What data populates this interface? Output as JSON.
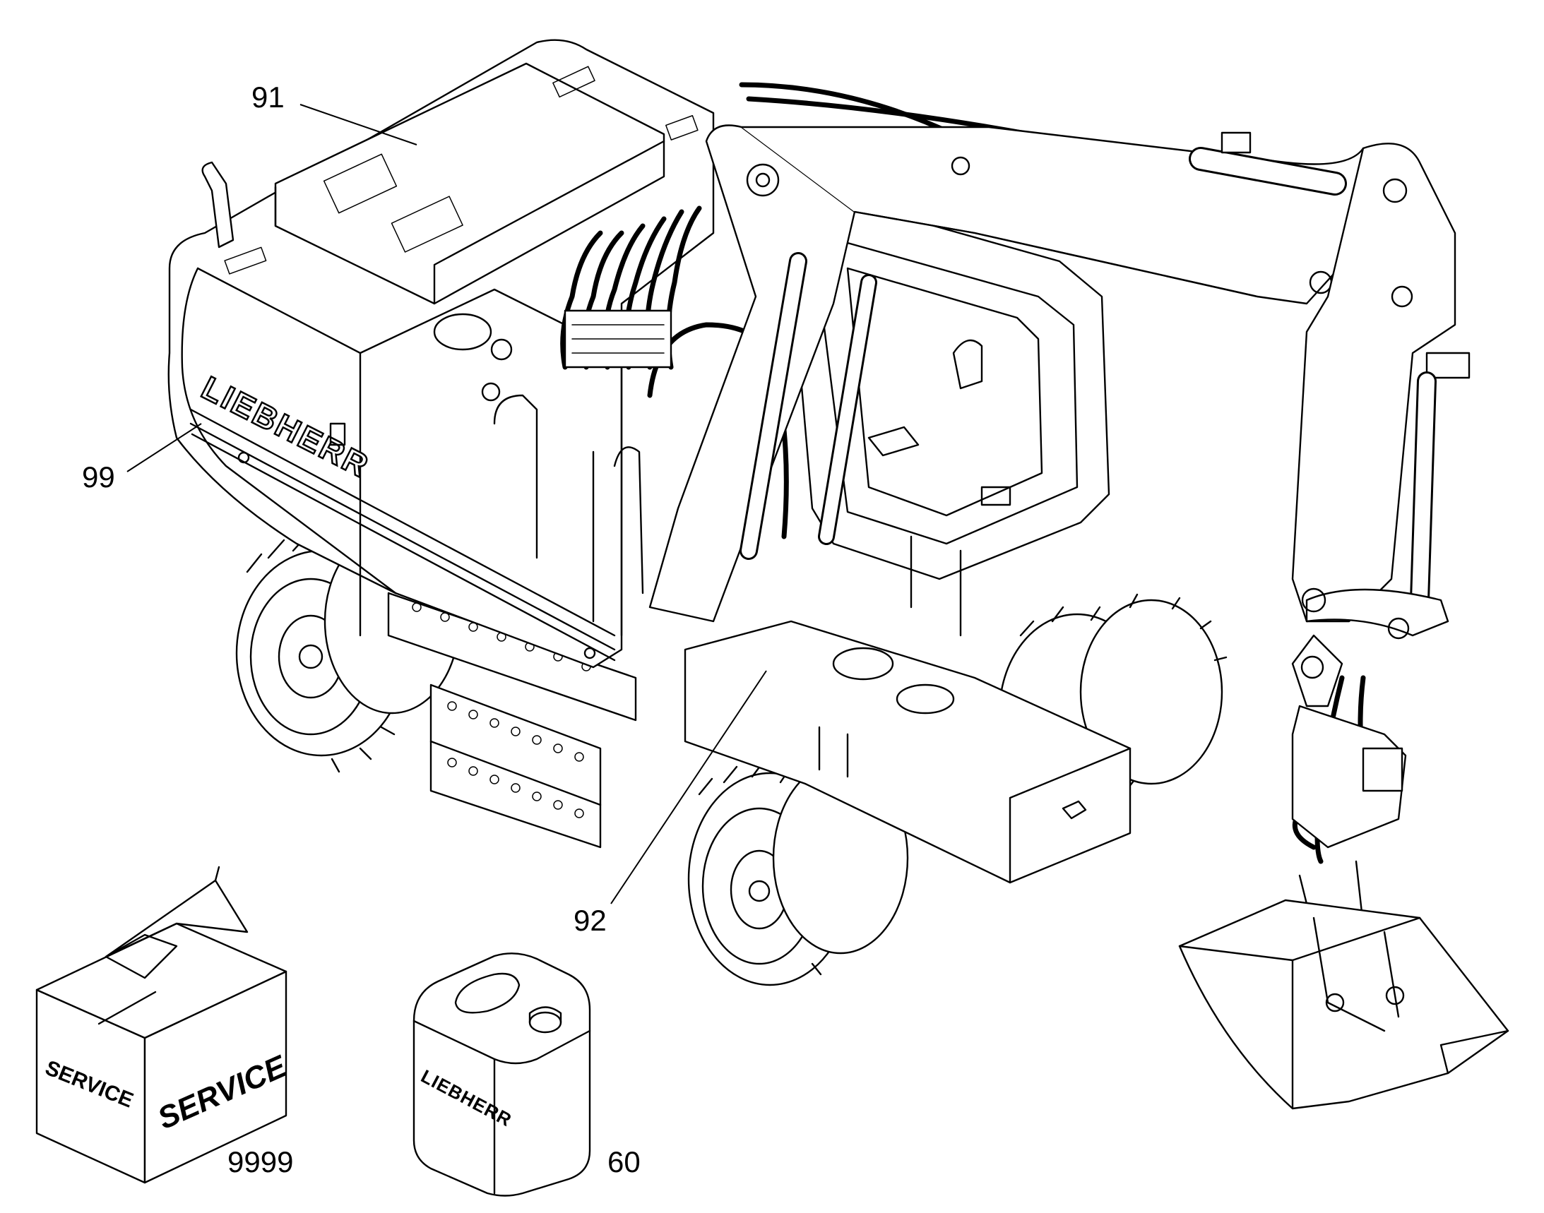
{
  "figure": {
    "callouts": [
      {
        "id": "91",
        "label": "91"
      },
      {
        "id": "99",
        "label": "99"
      },
      {
        "id": "92",
        "label": "92"
      },
      {
        "id": "9999",
        "label": "9999"
      },
      {
        "id": "60",
        "label": "60"
      }
    ],
    "brand_text": "LIEBHERR",
    "box_text": "SERVICE",
    "box_text_side": "SERVICE",
    "canister_text": "LIEBHERR"
  },
  "icons": [
    "excavator-drawing",
    "service-box-icon",
    "oil-canister-icon"
  ]
}
